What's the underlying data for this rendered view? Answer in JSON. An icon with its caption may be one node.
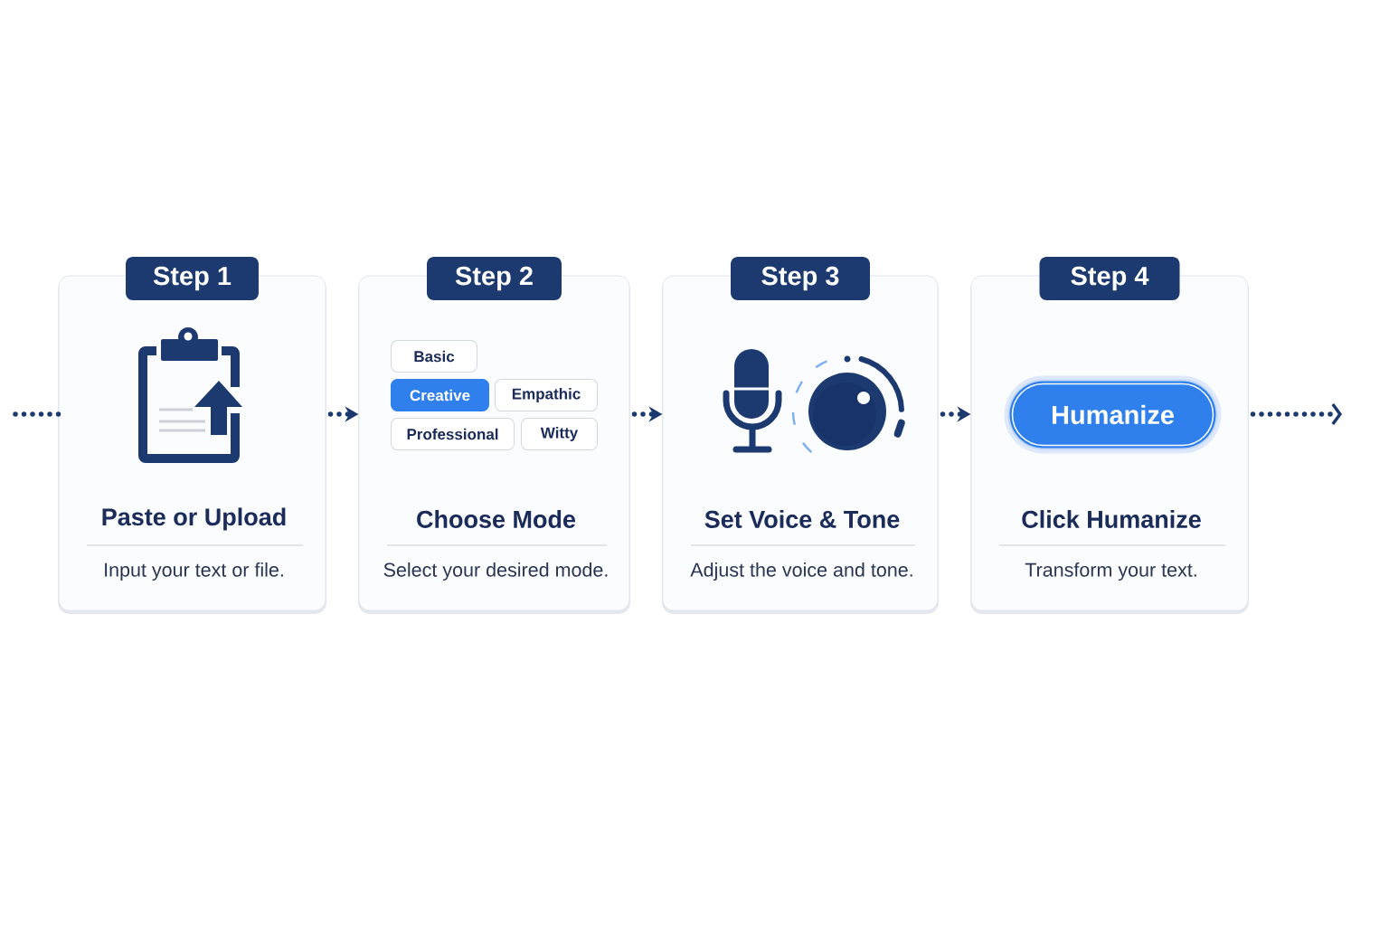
{
  "diagram": {
    "nodes": [
      {
        "text": [
          "Step 1",
          "Paste or Upload",
          "Input your text or file."
        ]
      },
      {
        "text": [
          "Step 2",
          "Choose Mode",
          "Select your desired mode."
        ]
      },
      {
        "text": [
          "Basic"
        ],
        "in": 1
      },
      {
        "text": [
          "Creative"
        ],
        "in": 1
      },
      {
        "text": [
          "Empathic"
        ],
        "in": 1
      },
      {
        "text": [
          "Professional"
        ],
        "in": 1
      },
      {
        "text": [
          "Witty"
        ],
        "in": 1
      },
      {
        "text": [
          "Step 3",
          "Set Voice & Tone",
          "Adjust the voice and tone."
        ]
      },
      {
        "text": [
          "Step 4",
          "Click Humanize",
          "Transform your text."
        ]
      },
      {
        "text": [
          "Humanize"
        ],
        "in": 8
      }
    ],
    "edges": [
      {
        "from": null,
        "to": 0,
        "arrow": "none"
      },
      {
        "from": 0,
        "to": 1,
        "arrow": "to"
      },
      {
        "from": 1,
        "to": 7,
        "arrow": "to"
      },
      {
        "from": 7,
        "to": 8,
        "arrow": "to"
      },
      {
        "from": 8,
        "to": null,
        "arrow": "to"
      }
    ]
  }
}
